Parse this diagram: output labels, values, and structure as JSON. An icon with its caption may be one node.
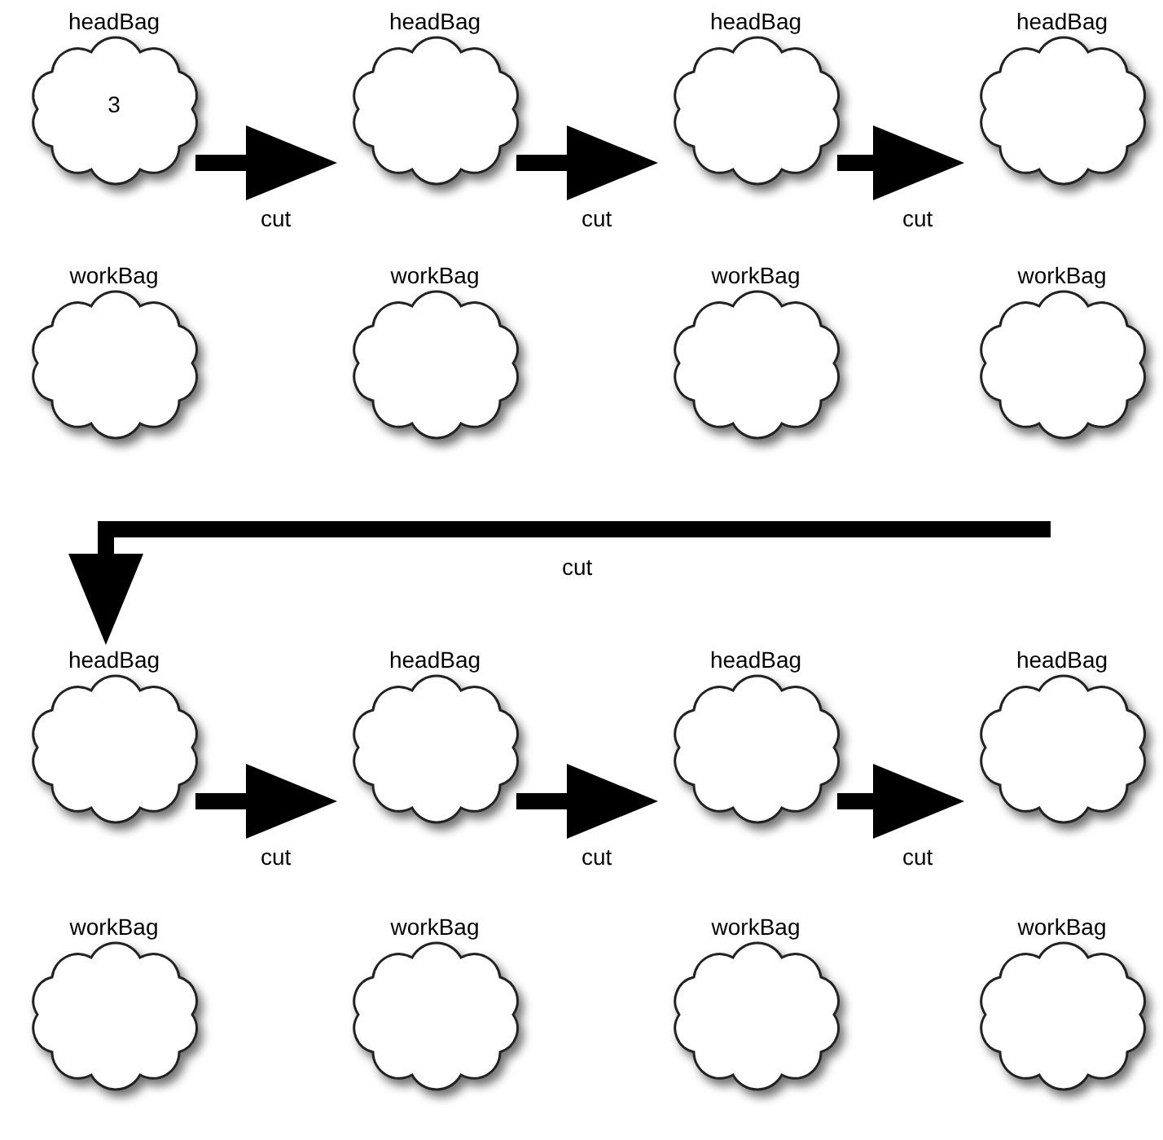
{
  "diagram": {
    "nodes": [
      {
        "text": [
          "headBag",
          "3"
        ]
      },
      {
        "text": [
          "headBag"
        ]
      },
      {
        "text": [
          "headBag"
        ]
      },
      {
        "text": [
          "headBag"
        ]
      },
      {
        "text": [
          "workBag"
        ]
      },
      {
        "text": [
          "workBag"
        ]
      },
      {
        "text": [
          "workBag"
        ]
      },
      {
        "text": [
          "workBag"
        ]
      },
      {
        "text": [
          "headBag"
        ]
      },
      {
        "text": [
          "headBag"
        ]
      },
      {
        "text": [
          "headBag"
        ]
      },
      {
        "text": [
          "headBag"
        ]
      },
      {
        "text": [
          "workBag"
        ]
      },
      {
        "text": [
          "workBag"
        ]
      },
      {
        "text": [
          "workBag"
        ]
      },
      {
        "text": [
          "workBag"
        ]
      }
    ],
    "edges": [
      {
        "from": 0,
        "to": 1,
        "arrow": "to",
        "label": "cut"
      },
      {
        "from": 1,
        "to": 2,
        "arrow": "to",
        "label": "cut"
      },
      {
        "from": 2,
        "to": 3,
        "arrow": "to",
        "label": "cut"
      },
      {
        "from": null,
        "to": 8,
        "arrow": "to",
        "label": "cut"
      },
      {
        "from": 8,
        "to": 9,
        "arrow": "to",
        "label": "cut"
      },
      {
        "from": 9,
        "to": 10,
        "arrow": "to",
        "label": "cut"
      },
      {
        "from": 10,
        "to": 11,
        "arrow": "to",
        "label": "cut"
      }
    ]
  }
}
